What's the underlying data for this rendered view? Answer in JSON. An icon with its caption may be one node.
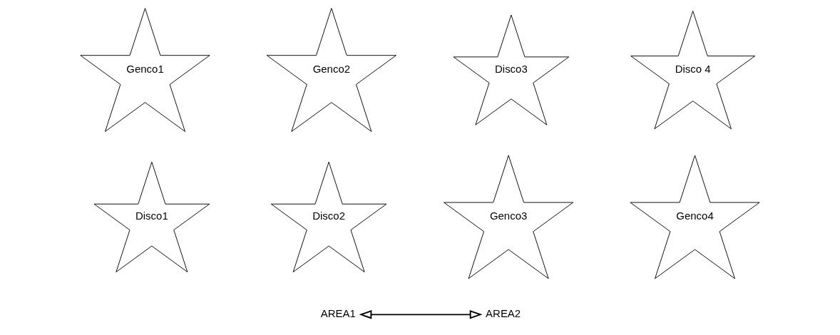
{
  "diagram": {
    "nodes": [
      {
        "text": [
          "Genco1"
        ]
      },
      {
        "text": [
          "Genco2"
        ]
      },
      {
        "text": [
          "Disco3"
        ]
      },
      {
        "text": [
          "Disco 4"
        ]
      },
      {
        "text": [
          "Disco1"
        ]
      },
      {
        "text": [
          "Disco2"
        ]
      },
      {
        "text": [
          "Genco3"
        ]
      },
      {
        "text": [
          "Genco4"
        ]
      },
      {
        "text": [
          "AREA1"
        ]
      },
      {
        "text": [
          "AREA2"
        ]
      }
    ],
    "edges": [
      {
        "from": 8,
        "to": 9,
        "arrow": "both"
      }
    ]
  }
}
